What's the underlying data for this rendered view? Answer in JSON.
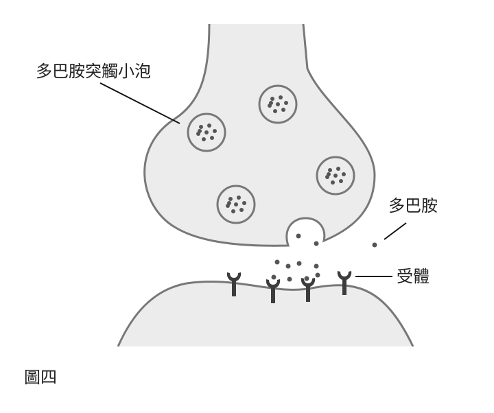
{
  "labels": {
    "vesicle": "多巴胺突觸小泡",
    "dopamine": "多巴胺",
    "receptor": "受體",
    "figure": "圖四"
  },
  "colors": {
    "fill": "#ececec",
    "stroke": "#787878",
    "dot": "#555555",
    "receptor": "#3c3c3c"
  }
}
